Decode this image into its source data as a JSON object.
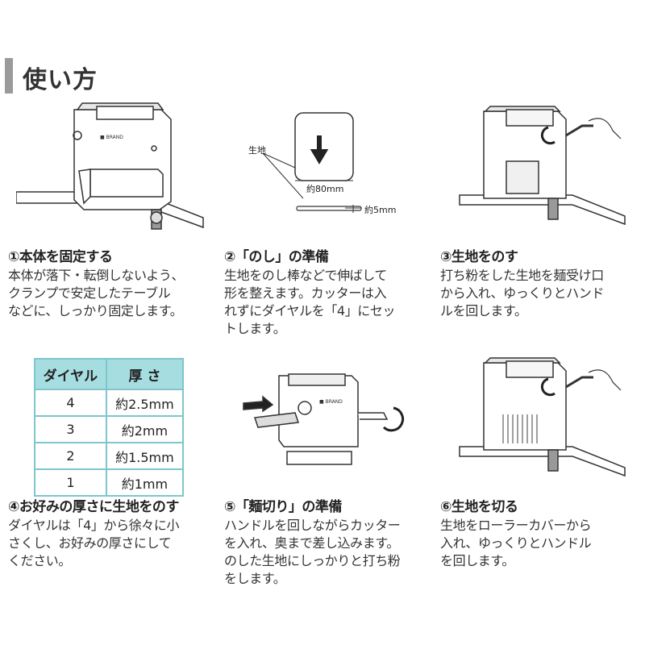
{
  "page_title": "使い方",
  "steps": [
    {
      "heading": "①本体を固定する",
      "lines": [
        "本体が落下・転倒しないよう、",
        "クランプで安定したテーブル",
        "などに、しっかり固定します。"
      ]
    },
    {
      "heading": "②「のし」の準備",
      "lines": [
        "生地をのし棒などで伸ばして",
        "形を整えます。カッターは入",
        "れずにダイヤルを「4」にセッ",
        "トします。"
      ]
    },
    {
      "heading": "③生地をのす",
      "lines": [
        "打ち粉をした生地を麺受け口",
        "から入れ、ゆっくりとハンド",
        "ルを回します。"
      ]
    },
    {
      "heading": "④お好みの厚さに生地をのす",
      "lines": [
        "ダイヤルは「4」から徐々に小",
        "さくし、お好みの厚さにして",
        "ください。"
      ]
    },
    {
      "heading": "⑤「麺切り」の準備",
      "lines": [
        "ハンドルを回しながらカッター",
        "を入れ、奥まで差し込みます。",
        "のした生地にしっかりと打ち粉",
        "をします。"
      ]
    },
    {
      "heading": "⑥生地を切る",
      "lines": [
        "生地をローラーカバーから",
        "入れ、ゆっくりとハンドル",
        "を回します。"
      ]
    }
  ],
  "dough_diagram": {
    "dough_label": "生地",
    "width_label": "約80mm",
    "thickness_label": "約5mm"
  },
  "dial_table": {
    "headers": [
      "ダイヤル",
      "厚 さ"
    ],
    "rows": [
      [
        "4",
        "約2.5mm"
      ],
      [
        "3",
        "約2mm"
      ],
      [
        "2",
        "約1.5mm"
      ],
      [
        "1",
        "約1mm"
      ]
    ],
    "header_color": "#a6dde0",
    "border_color": "#7ec6cb"
  }
}
